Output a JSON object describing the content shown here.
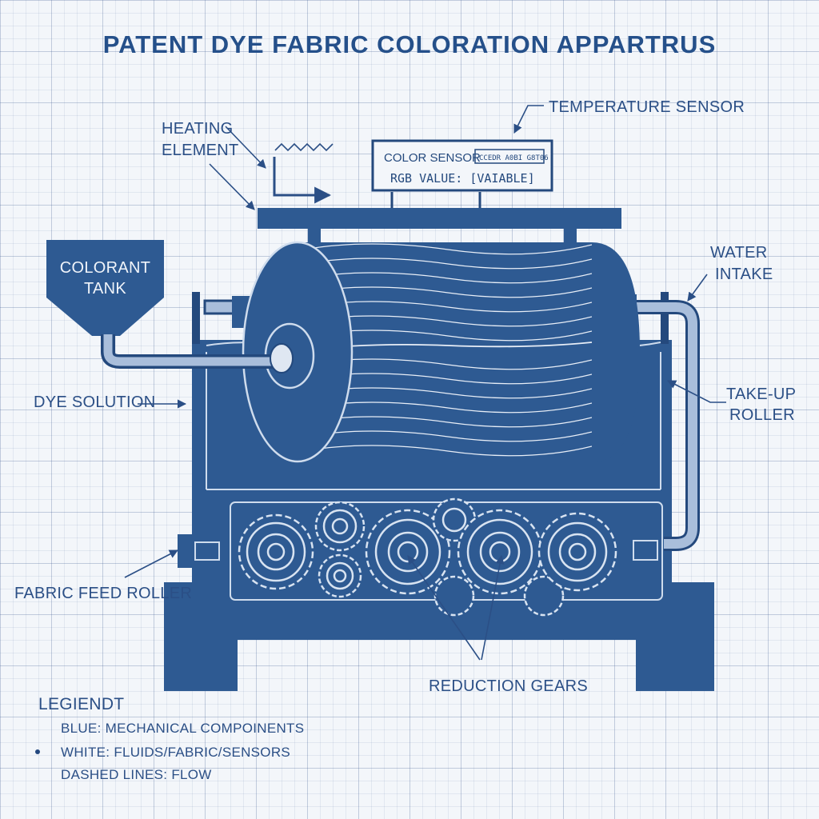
{
  "title": "PATENT DYE FABRIC COLORATION APPARTRUS",
  "labels": {
    "heating_element": [
      "HEATING",
      "ELEMENT"
    ],
    "temperature_sensor": "TEMPERATURE SENSOR",
    "colorant_tank": [
      "COLORANT",
      "TANK"
    ],
    "water_intake": [
      "WATER",
      "INTAKE"
    ],
    "dye_solution": "DYE SOLUTION",
    "take_up_roller": [
      "TAKE-UP",
      "ROLLER"
    ],
    "fabric_feed_roller": "FABRIC FEED ROLLER",
    "reduction_gears": "REDUCTION GEARS"
  },
  "sensor_panel": {
    "label": "COLOR SENSOR",
    "code": "CCEDR A0BI G8T06",
    "rgb": "RGB VALUE: [VAIABLE]"
  },
  "legend": {
    "title": "LEGIENDT",
    "items": [
      "BLUE: MECHANICAL COMPOINENTS",
      "WHITE: FLUIDS/FABRIC/SENSORS",
      "DASHED LINES: FLOW"
    ]
  },
  "colors": {
    "primary_blue": "#2e5a92",
    "dark_blue": "#24497d",
    "pipe_light": "#a9bedb",
    "background": "#f3f6fa"
  }
}
